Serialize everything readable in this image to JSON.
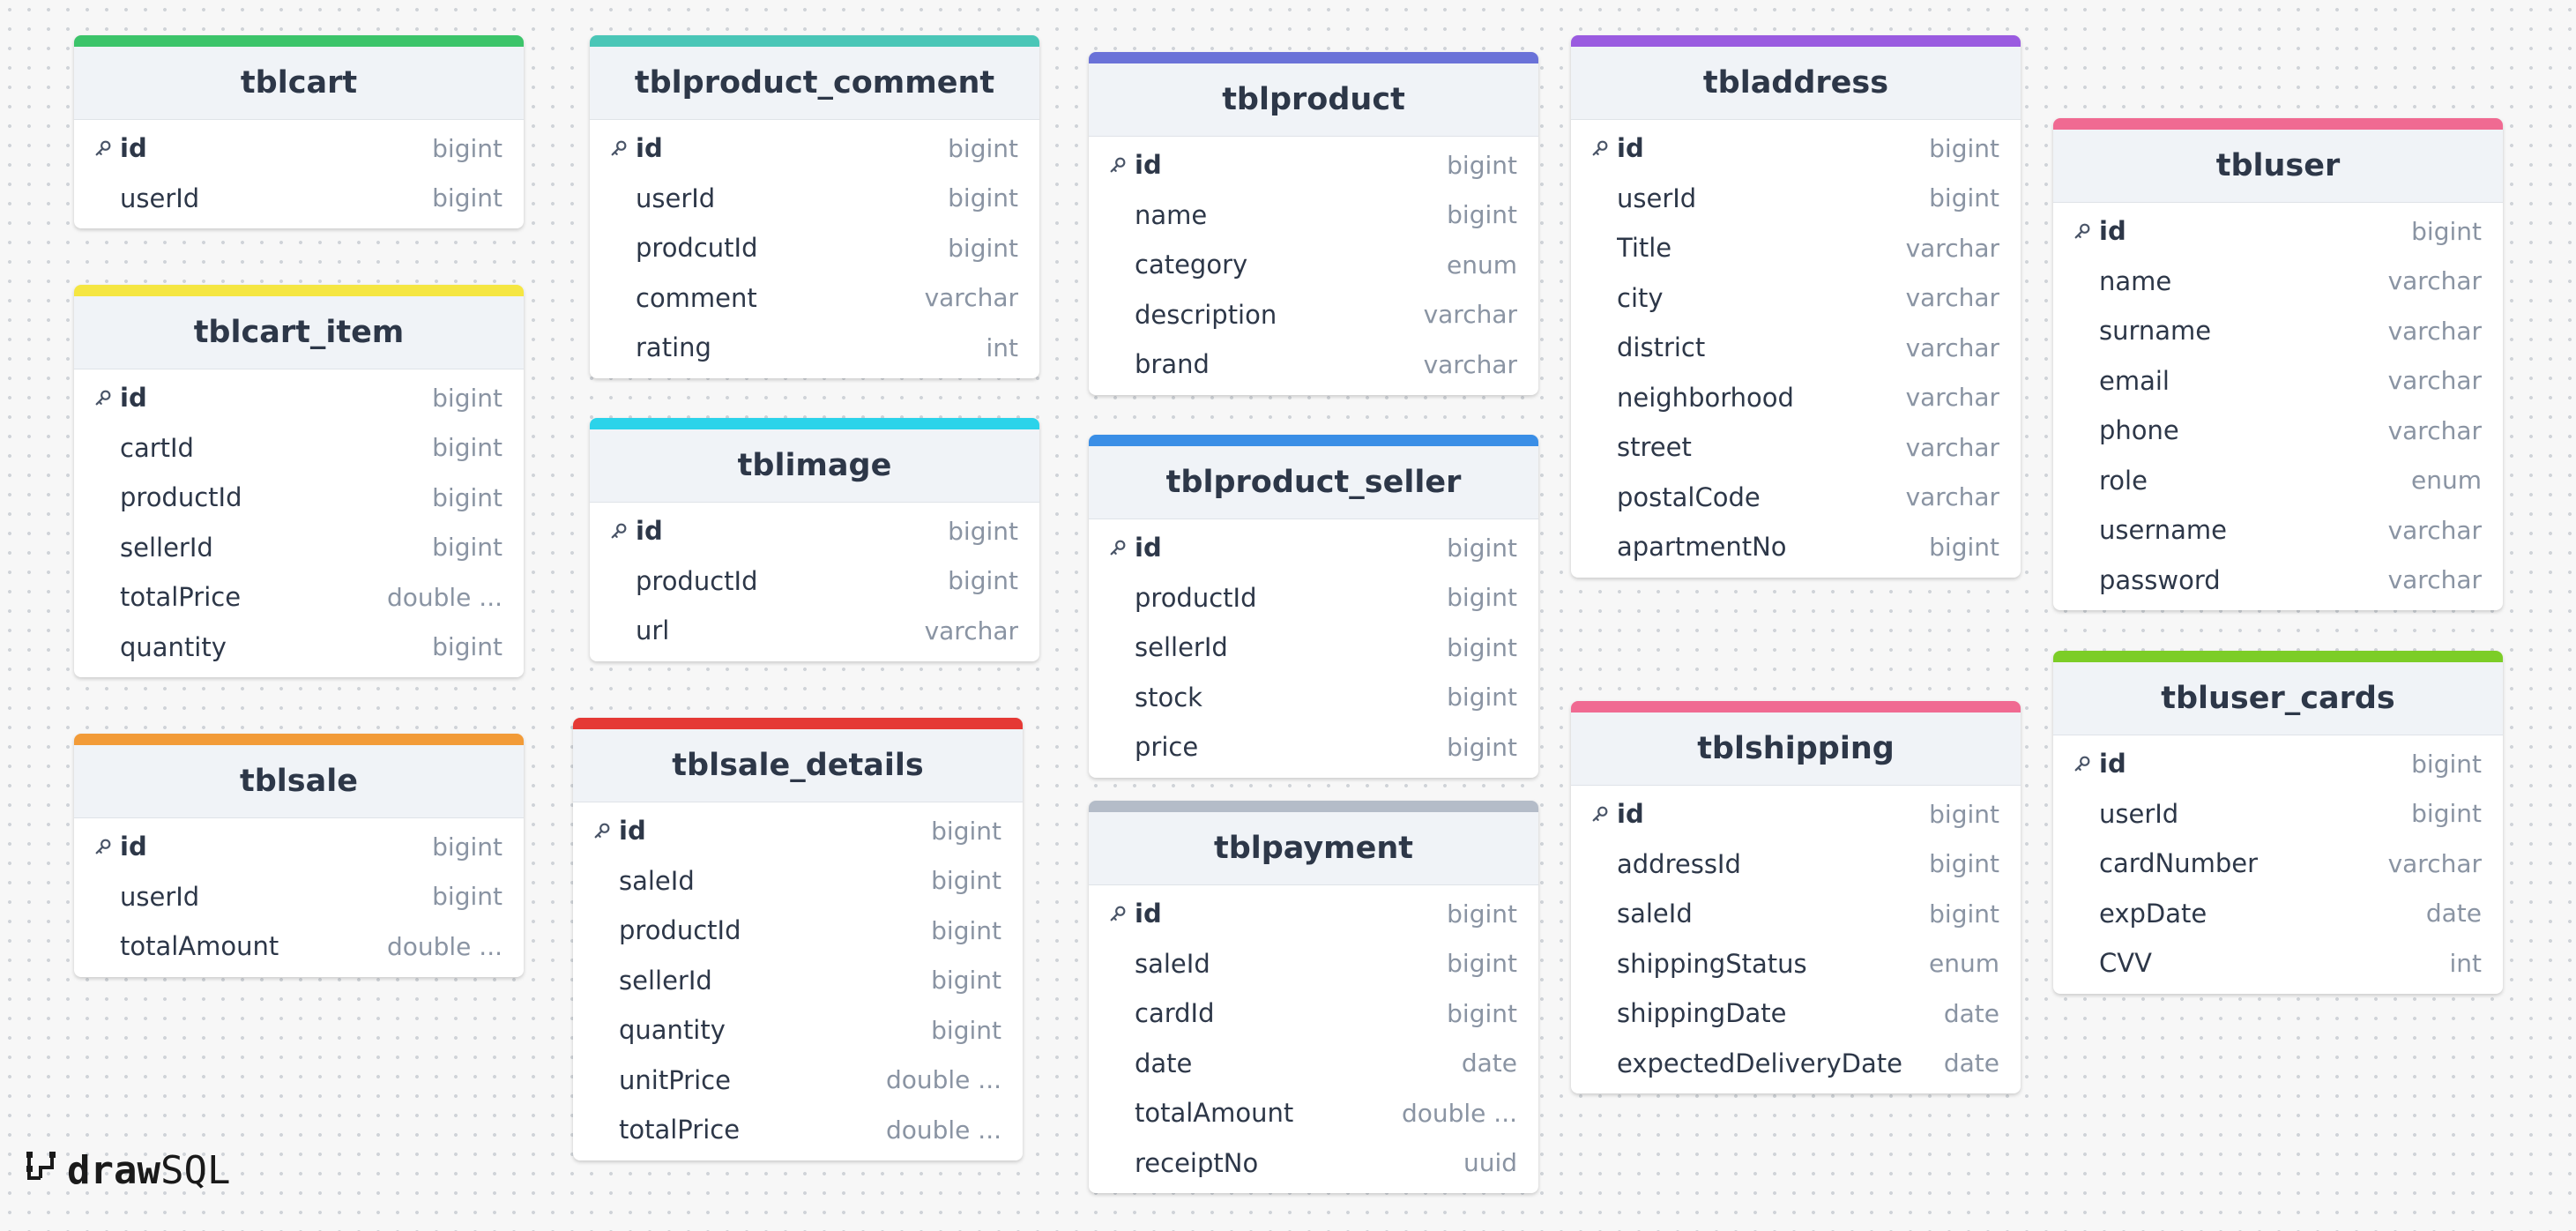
{
  "tables": {
    "tblcart": {
      "title": "tblcart",
      "color": "#3cc46a",
      "columns": [
        [
          "id",
          "bigint"
        ],
        [
          "userId",
          "bigint"
        ]
      ]
    },
    "tblcart_item": {
      "title": "tblcart_item",
      "color": "#f5e642",
      "columns": [
        [
          "id",
          "bigint"
        ],
        [
          "cartId",
          "bigint"
        ],
        [
          "productId",
          "bigint"
        ],
        [
          "sellerId",
          "bigint"
        ],
        [
          "totalPrice",
          "double ..."
        ],
        [
          "quantity",
          "bigint"
        ]
      ]
    },
    "tblsale": {
      "title": "tblsale",
      "color": "#f29b38",
      "columns": [
        [
          "id",
          "bigint"
        ],
        [
          "userId",
          "bigint"
        ],
        [
          "totalAmount",
          "double ..."
        ]
      ]
    },
    "tblproduct_comment": {
      "title": "tblproduct_comment",
      "color": "#4ac6b7",
      "columns": [
        [
          "id",
          "bigint"
        ],
        [
          "userId",
          "bigint"
        ],
        [
          "prodcutId",
          "bigint"
        ],
        [
          "comment",
          "varchar"
        ],
        [
          "rating",
          "int"
        ]
      ]
    },
    "tblimage": {
      "title": "tblimage",
      "color": "#2bd3ea",
      "columns": [
        [
          "id",
          "bigint"
        ],
        [
          "productId",
          "bigint"
        ],
        [
          "url",
          "varchar"
        ]
      ]
    },
    "tblsale_details": {
      "title": "tblsale_details",
      "color": "#e53935",
      "columns": [
        [
          "id",
          "bigint"
        ],
        [
          "saleId",
          "bigint"
        ],
        [
          "productId",
          "bigint"
        ],
        [
          "sellerId",
          "bigint"
        ],
        [
          "quantity",
          "bigint"
        ],
        [
          "unitPrice",
          "double ..."
        ],
        [
          "totalPrice",
          "double ..."
        ]
      ]
    },
    "tblproduct": {
      "title": "tblproduct",
      "color": "#6a72d8",
      "columns": [
        [
          "id",
          "bigint"
        ],
        [
          "name",
          "bigint"
        ],
        [
          "category",
          "enum"
        ],
        [
          "description",
          "varchar"
        ],
        [
          "brand",
          "varchar"
        ]
      ]
    },
    "tblproduct_seller": {
      "title": "tblproduct_seller",
      "color": "#3a8ee6",
      "columns": [
        [
          "id",
          "bigint"
        ],
        [
          "productId",
          "bigint"
        ],
        [
          "sellerId",
          "bigint"
        ],
        [
          "stock",
          "bigint"
        ],
        [
          "price",
          "bigint"
        ]
      ]
    },
    "tblpayment": {
      "title": "tblpayment",
      "color": "#b4bcc8",
      "columns": [
        [
          "id",
          "bigint"
        ],
        [
          "saleId",
          "bigint"
        ],
        [
          "cardId",
          "bigint"
        ],
        [
          "date",
          "date"
        ],
        [
          "totalAmount",
          "double ..."
        ],
        [
          "receiptNo",
          "uuid"
        ]
      ]
    },
    "tbladdress": {
      "title": "tbladdress",
      "color": "#9a5be0",
      "columns": [
        [
          "id",
          "bigint"
        ],
        [
          "userId",
          "bigint"
        ],
        [
          "Title",
          "varchar"
        ],
        [
          "city",
          "varchar"
        ],
        [
          "district",
          "varchar"
        ],
        [
          "neighborhood",
          "varchar"
        ],
        [
          "street",
          "varchar"
        ],
        [
          "postalCode",
          "varchar"
        ],
        [
          "apartmentNo",
          "bigint"
        ]
      ]
    },
    "tblshipping": {
      "title": "tblshipping",
      "color": "#f06a92",
      "columns": [
        [
          "id",
          "bigint"
        ],
        [
          "addressId",
          "bigint"
        ],
        [
          "saleId",
          "bigint"
        ],
        [
          "shippingStatus",
          "enum"
        ],
        [
          "shippingDate",
          "date"
        ],
        [
          "expectedDeliveryDate",
          "date"
        ]
      ]
    },
    "tbluser": {
      "title": "tbluser",
      "color": "#f06a92",
      "columns": [
        [
          "id",
          "bigint"
        ],
        [
          "name",
          "varchar"
        ],
        [
          "surname",
          "varchar"
        ],
        [
          "email",
          "varchar"
        ],
        [
          "phone",
          "varchar"
        ],
        [
          "role",
          "enum"
        ],
        [
          "username",
          "varchar"
        ],
        [
          "password",
          "varchar"
        ]
      ]
    },
    "tbluser_cards": {
      "title": "tbluser_cards",
      "color": "#7ccd27",
      "columns": [
        [
          "id",
          "bigint"
        ],
        [
          "userId",
          "bigint"
        ],
        [
          "cardNumber",
          "varchar"
        ],
        [
          "expDate",
          "date"
        ],
        [
          "CVV",
          "int"
        ]
      ]
    }
  },
  "logo": {
    "text_bold": "draw",
    "text_regular": "SQL"
  }
}
